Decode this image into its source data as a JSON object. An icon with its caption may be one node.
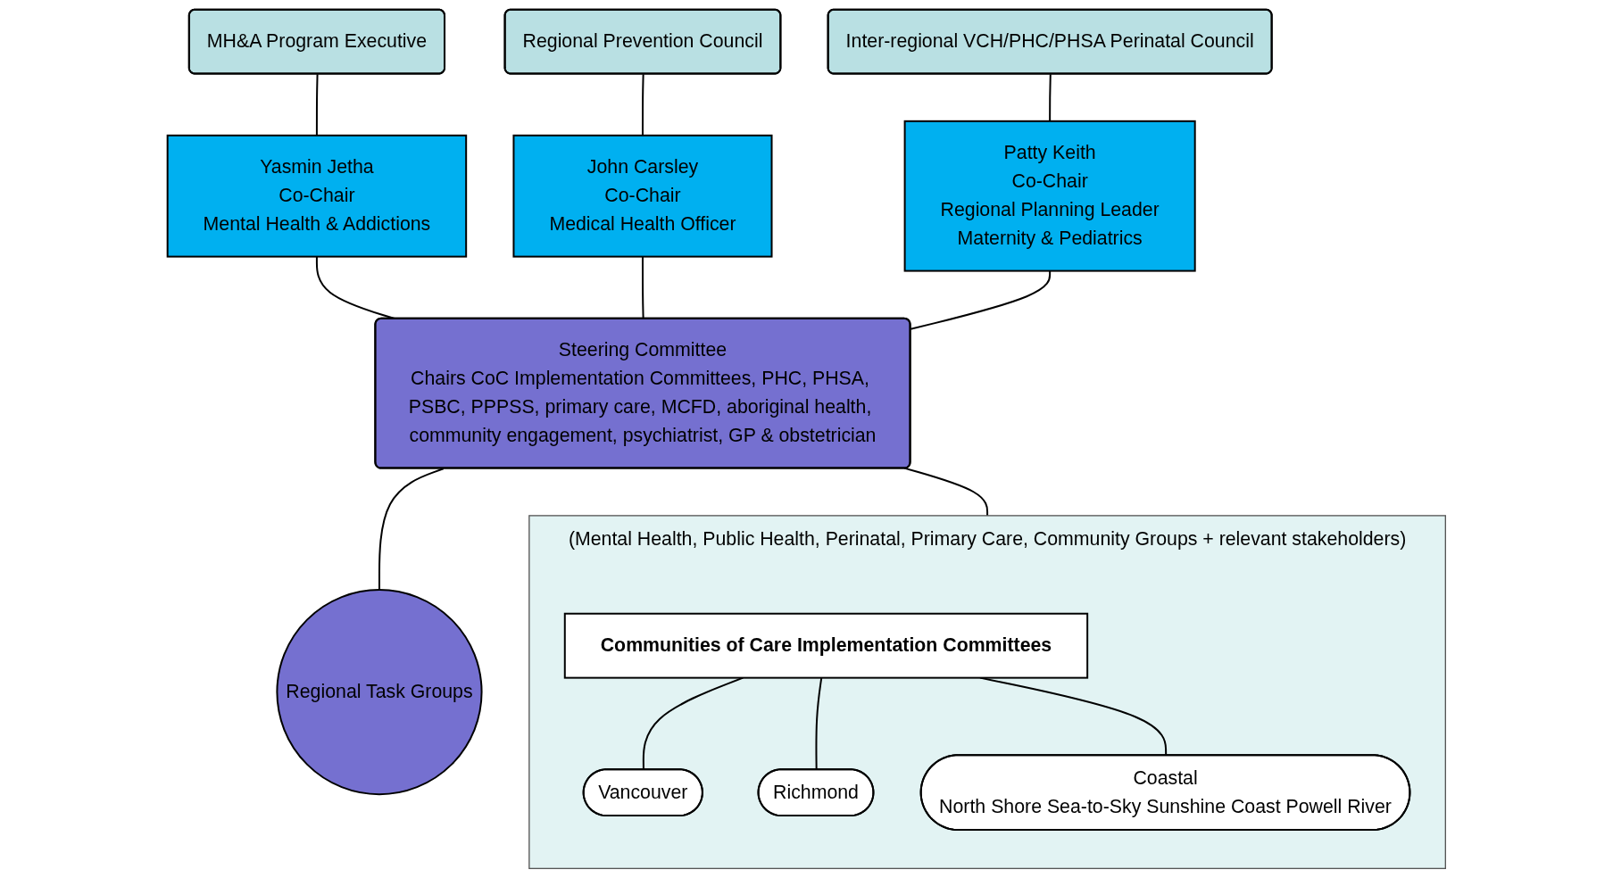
{
  "diagram": {
    "nodes": [
      {
        "text": [
          "MH&A Program Executive"
        ]
      },
      {
        "text": [
          "Regional Prevention Council"
        ]
      },
      {
        "text": [
          "Inter-regional VCH/PHC/PHSA Perinatal Council"
        ]
      },
      {
        "text": [
          "Yasmin Jetha",
          "Co-Chair",
          "Mental Health & Addictions"
        ]
      },
      {
        "text": [
          "John Carsley",
          "Co-Chair",
          "Medical Health Officer"
        ]
      },
      {
        "text": [
          "Patty Keith",
          "Co-Chair",
          "Regional Planning Leader",
          "Maternity & Pediatrics"
        ]
      },
      {
        "text": [
          "Steering Committee",
          "Chairs CoC Implementation Committees, PHC, PHSA, PSBC, PPPSS, primary care, MCFD, aboriginal health, community engagement, psychiatrist, GP & obstetrician"
        ]
      },
      {
        "text": [
          "Regional Task Groups"
        ]
      },
      {
        "text": [
          "(Mental Health, Public Health, Perinatal, Primary Care, Community Groups + relevant stakeholders)"
        ]
      },
      {
        "text": [
          "Communities of Care Implementation Committees"
        ],
        "in": 8
      },
      {
        "text": [
          "Vancouver"
        ],
        "in": 8
      },
      {
        "text": [
          "Richmond"
        ],
        "in": 8
      },
      {
        "text": [
          "Coastal",
          "North Shore Sea-to-Sky Sunshine Coast Powell River"
        ],
        "in": 8
      }
    ],
    "edges": [
      {
        "from": 0,
        "to": 3,
        "arrow": "none"
      },
      {
        "from": 1,
        "to": 4,
        "arrow": "none"
      },
      {
        "from": 2,
        "to": 5,
        "arrow": "none"
      },
      {
        "from": 3,
        "to": 6,
        "arrow": "none"
      },
      {
        "from": 4,
        "to": 6,
        "arrow": "none"
      },
      {
        "from": 5,
        "to": 6,
        "arrow": "none"
      },
      {
        "from": 6,
        "to": 7,
        "arrow": "none"
      },
      {
        "from": 6,
        "to": 8,
        "arrow": "none"
      },
      {
        "from": 9,
        "to": 10,
        "arrow": "none"
      },
      {
        "from": 9,
        "to": 11,
        "arrow": "none"
      },
      {
        "from": 9,
        "to": 12,
        "arrow": "none"
      }
    ]
  }
}
